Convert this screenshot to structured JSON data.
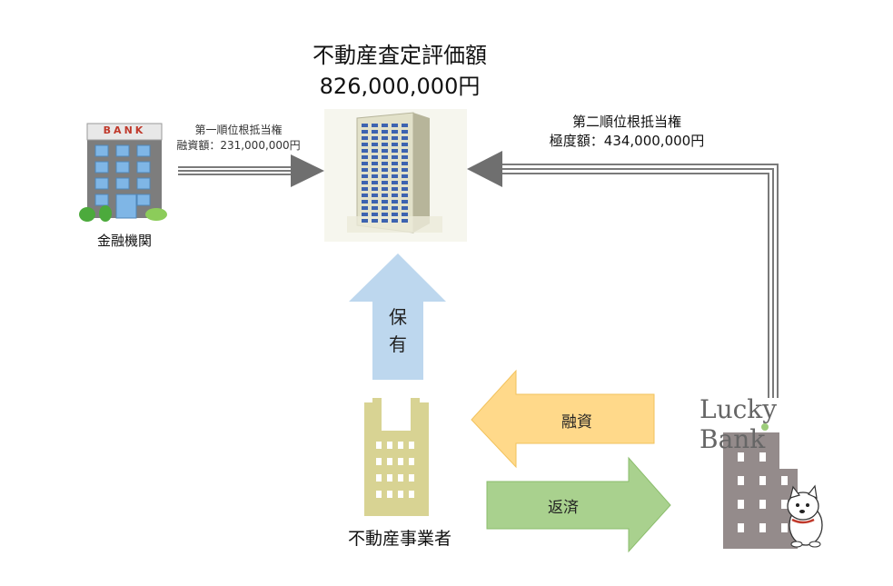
{
  "valuation": {
    "title": "不動産査定評価額",
    "amount": "826,000,000円"
  },
  "bank": {
    "sign": "BANK",
    "name": "金融機関",
    "lien_label": "第一順位根抵当権",
    "lien_amount": "融資額：231,000,000円"
  },
  "lucky_bank": {
    "logo": "Lucky Bank",
    "lien_label": "第二順位根抵当権",
    "lien_amount": "極度額：434,000,000円"
  },
  "company": {
    "name": "不動産事業者"
  },
  "arrows": {
    "hold": "保\n有",
    "loan": "融資",
    "repay": "返済"
  },
  "colors": {
    "hold_arrow": "#bdd7ee",
    "loan_arrow": "#ffd98a",
    "repay_arrow": "#a9d18e",
    "company_building": "#d8d393",
    "lucky_building": "#948b8b",
    "connector": "#808080"
  }
}
